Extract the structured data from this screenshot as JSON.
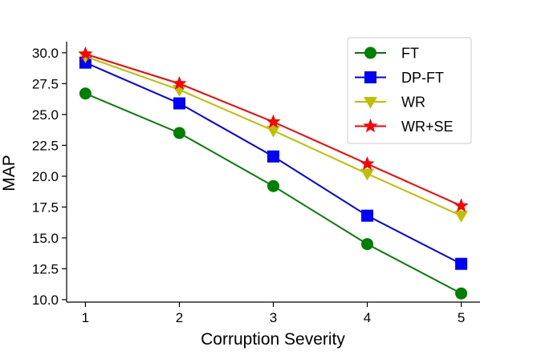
{
  "chart_data": {
    "type": "line",
    "title": "",
    "xlabel": "Corruption Severity",
    "ylabel": "MAP",
    "x": [
      1,
      2,
      3,
      4,
      5
    ],
    "xticks": [
      "1",
      "2",
      "3",
      "4",
      "5"
    ],
    "xlim": [
      0.8,
      5.2
    ],
    "yticks": [
      "10.0",
      "12.5",
      "15.0",
      "17.5",
      "20.0",
      "22.5",
      "25.0",
      "27.5",
      "30.0"
    ],
    "ylim": [
      9.8,
      30.9
    ],
    "grid": false,
    "legend_position": "top-right",
    "series": [
      {
        "name": "FT",
        "color": "#008000",
        "marker": "circle",
        "values": [
          26.7,
          23.5,
          19.2,
          14.5,
          10.5
        ]
      },
      {
        "name": "DP-FT",
        "color": "#0000ff",
        "marker": "square",
        "values": [
          29.2,
          25.9,
          21.6,
          16.8,
          12.9
        ]
      },
      {
        "name": "WR",
        "color": "#bfbf00",
        "marker": "triangle-down",
        "values": [
          29.7,
          27.0,
          23.7,
          20.2,
          16.8
        ]
      },
      {
        "name": "WR+SE",
        "color": "#ff0000",
        "marker": "star",
        "values": [
          29.9,
          27.5,
          24.4,
          21.0,
          17.6
        ]
      }
    ]
  }
}
